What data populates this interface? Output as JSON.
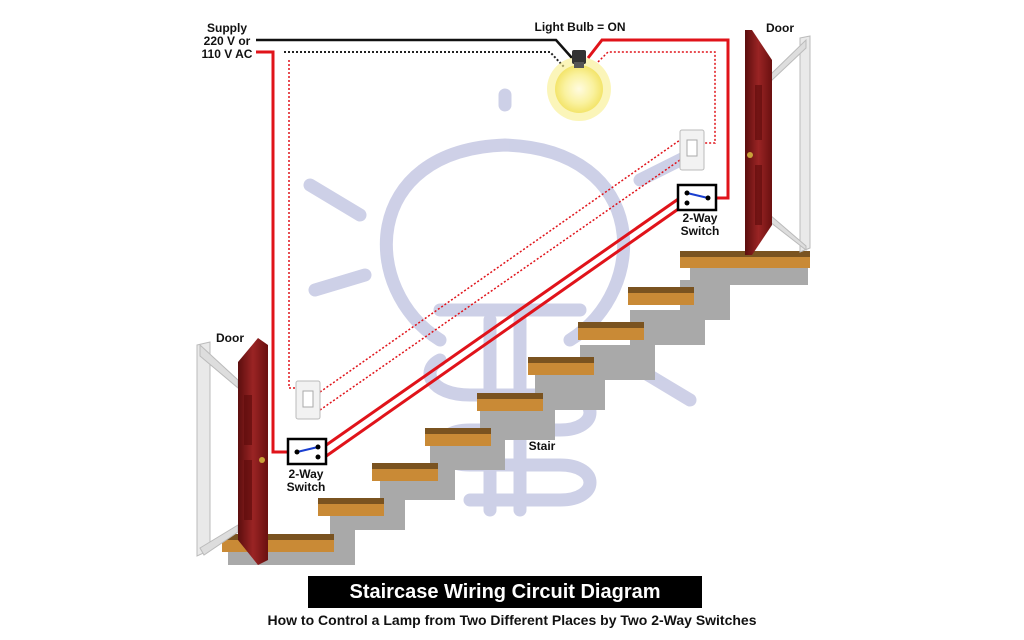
{
  "diagram": {
    "supply_label": [
      "Supply",
      "220 V or",
      "110 V AC"
    ],
    "bulb_label": "Light Bulb = ON",
    "door_left_label": "Door",
    "door_right_label": "Door",
    "switch_left_label": [
      "2-Way",
      "Switch"
    ],
    "switch_right_label": [
      "2-Way",
      "Switch"
    ],
    "stair_label": "Stair",
    "title": "Staircase Wiring Circuit Diagram",
    "subtitle": "How to Control a Lamp from Two Different Places by Two 2-Way Switches"
  },
  "colors": {
    "live_wire": "#e0131a",
    "neutral_wire": "#111111",
    "switch_lever": "#1a3fd0",
    "door": "#7a1414",
    "tread": "#c98a36",
    "riser": "#a9a9a9",
    "watermark": "#c5c8e3",
    "bulb_glow": "#fbf3a3"
  }
}
